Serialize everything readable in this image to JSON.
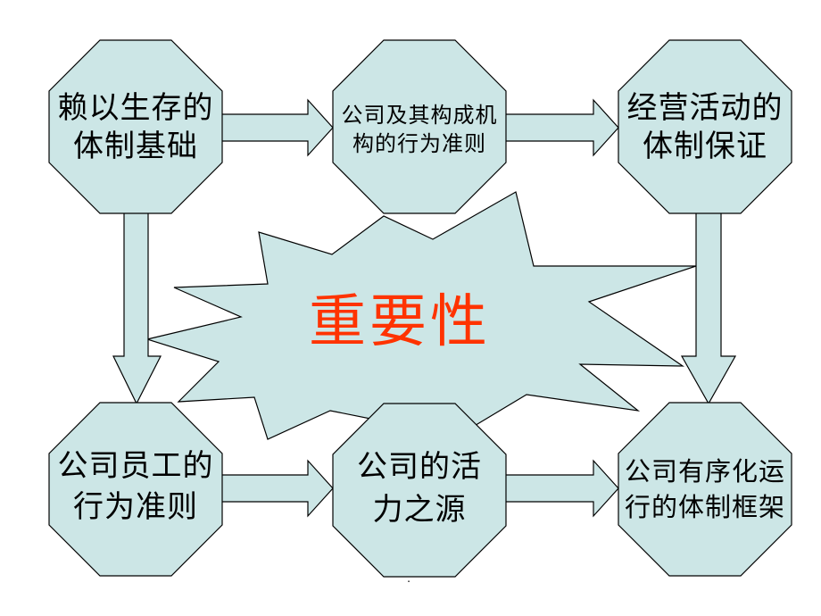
{
  "colors": {
    "background": "#ffffff",
    "shape_fill": "#cce6e6",
    "stroke": "#000000",
    "text": "#000000",
    "emphasis": "#ff3300"
  },
  "center_label": "重要性",
  "nodes": {
    "survival_basis": {
      "line1": "赖以生存的",
      "line2": "体制基础"
    },
    "conduct_rules": {
      "line1": "公司及其构成机",
      "line2": "构的行为准则"
    },
    "operation_guarantee": {
      "line1": "经营活动的",
      "line2": "体制保证"
    },
    "employee_rules": {
      "line1": "公司员工的",
      "line2": "行为准则"
    },
    "vitality_source": {
      "line1": "公司的活",
      "line2": "力之源"
    },
    "orderly_framework": {
      "line1": "公司有序化运",
      "line2": "行的体制框架"
    }
  },
  "footer_mark": "."
}
